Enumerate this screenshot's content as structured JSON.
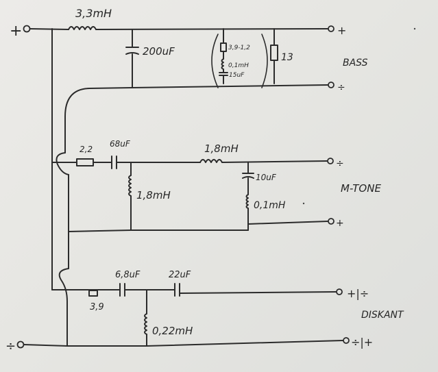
{
  "labels": {
    "in_plus": "+",
    "in_minus": "÷",
    "main_inductor": "3,3mH",
    "bass_cap": "200uF",
    "bass_opt_r": "3,9-1,2",
    "bass_opt_l": "0,1mH",
    "bass_opt_c": "15uF",
    "bass_r": "13",
    "bass_plus": "+",
    "bass_minus": "÷",
    "bass_name": "BASS",
    "mid_r": "2,2",
    "mid_c": "68uF",
    "mid_l_series": "1,8mH",
    "mid_l_shunt": "1,8mH",
    "mid_shunt_c": "10uF",
    "mid_shunt_l": "0,1mH",
    "mid_minus": "÷",
    "mid_plus": "+",
    "mid_name": "M-TONE",
    "tw_c1": "6,8uF",
    "tw_c2": "22uF",
    "tw_r": "3,9",
    "tw_l": "0,22mH",
    "tw_top": "+|÷",
    "tw_bottom": "÷|+",
    "tw_name": "DISKANT"
  }
}
